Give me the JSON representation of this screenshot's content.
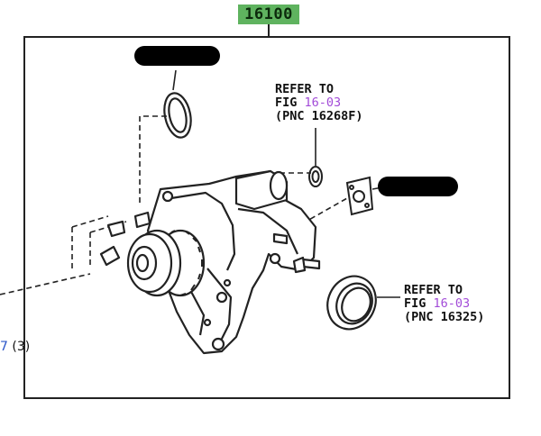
{
  "part_number": {
    "label": "16100",
    "color": "#5fb35f"
  },
  "refer_upper": {
    "line1": "REFER TO",
    "fig_prefix": "FIG ",
    "fig_link": "16-03",
    "pnc": "(PNC 16268F)"
  },
  "refer_lower": {
    "line1": "REFER TO",
    "fig_prefix": "FIG ",
    "fig_link": "16-03",
    "pnc": "(PNC 16325)"
  },
  "edge_note": {
    "link": "7",
    "qty": "(3)"
  },
  "colors": {
    "link": "#a24bd8",
    "edge_link": "#2a55c8",
    "line": "#222222"
  }
}
